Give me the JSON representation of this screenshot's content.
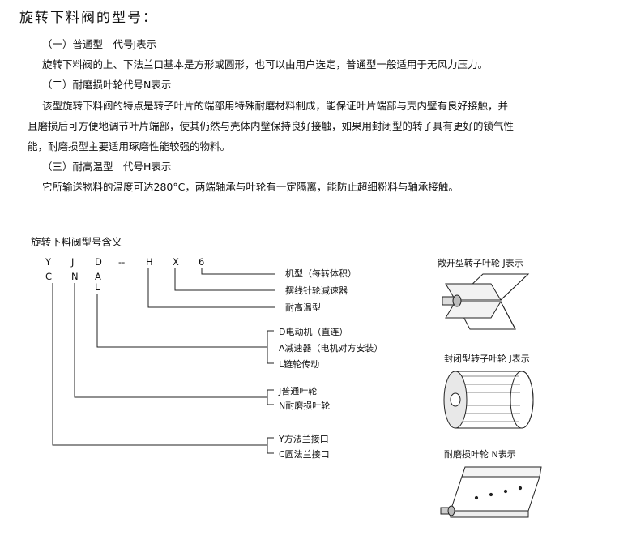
{
  "title": "旋转下料阀的型号：",
  "sections": {
    "s1_heading": "（一）普通型　代号J表示",
    "s1_text": "旋转下料阀的上、下法兰口基本是方形或圆形，也可以由用户选定，普通型一般适用于无风力压力。",
    "s2_heading": "（二）耐磨损叶轮代号N表示",
    "s2_text_1": "该型旋转下料阀的特点是转子叶片的端部用特殊耐磨材料制成，能保证叶片端部与壳内壁有良好接触，并",
    "s2_text_2": "且磨损后可方便地调节叶片端部，使其仍然与壳体内壁保持良好接触，如果用封闭型的转子具有更好的锁气性",
    "s2_text_3": "能，耐磨损型主要适用琢磨性能较强的物料。",
    "s3_heading": "（三）耐高温型　代号H表示",
    "s3_text": "它所输送物料的温度可达280°C，两端轴承与叶轮有一定隔离，能防止超细粉料与轴承接触。"
  },
  "diagram": {
    "title": "旋转下料阀型号含义",
    "codes_row1": [
      "Y",
      "J",
      "D",
      "--",
      "H",
      "X",
      "6"
    ],
    "codes_row2": [
      "C",
      "N",
      "A"
    ],
    "codes_row3": [
      "L"
    ],
    "labels": {
      "size": "机型（每转体积）",
      "reducer": "摆线针轮减速器",
      "high_temp": "耐高温型",
      "drive_d": "D电动机（直连）",
      "drive_a": "A减速器（电机对方安装）",
      "drive_l": "L链轮传动",
      "rotor_j": "J普通叶轮",
      "rotor_n": "N耐磨损叶轮",
      "flange_y": "Y方法兰接口",
      "flange_c": "C圆法兰接口"
    }
  },
  "figures": {
    "open_rotor_caption": "敞开型转子叶轮 J表示",
    "closed_rotor_caption": "封闭型转子叶轮 J表示",
    "wear_rotor_caption": "耐磨损叶轮 N表示"
  }
}
